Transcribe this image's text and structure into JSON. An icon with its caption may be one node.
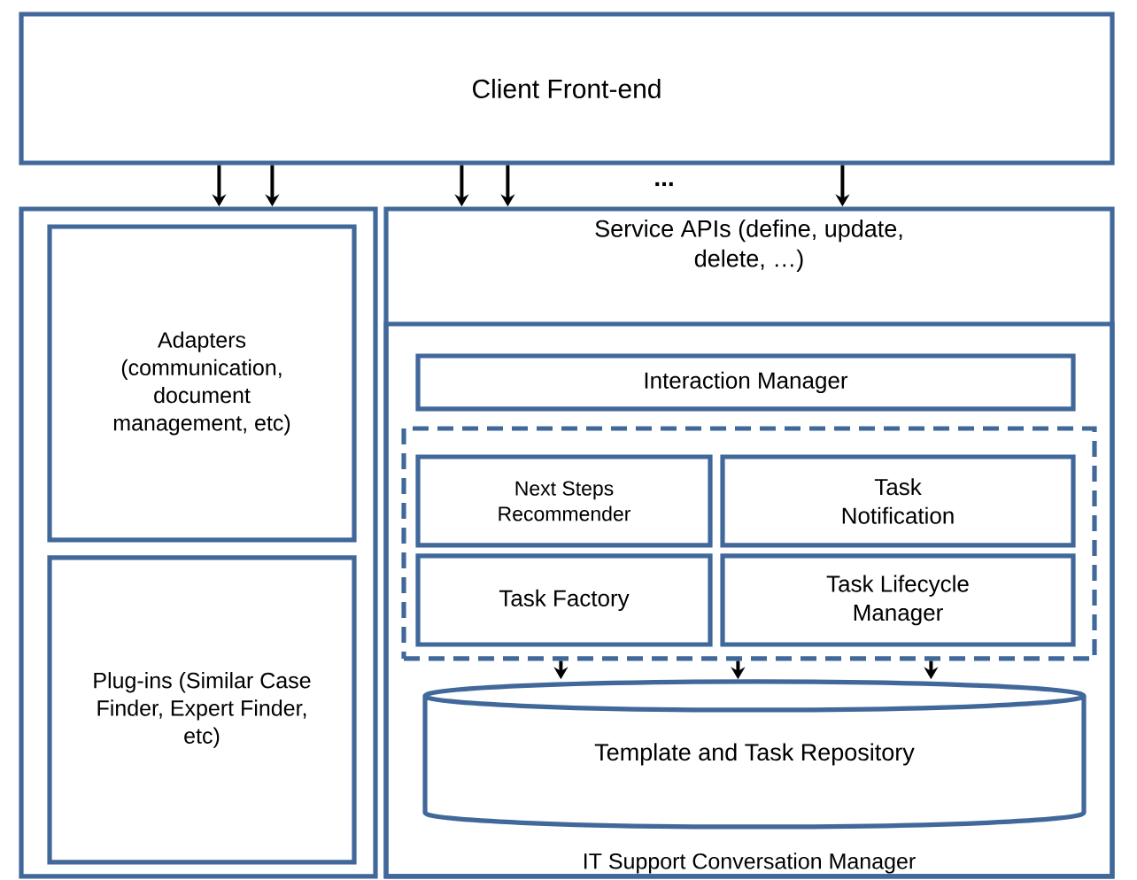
{
  "diagram": {
    "nodes": [
      {
        "text": [
          "Client Front-end"
        ]
      },
      {
        "text": [],
        "shape": "box"
      },
      {
        "text": [
          "Adapters (communication, document management, etc)"
        ],
        "in": 1
      },
      {
        "text": [
          "Plug-ins (Similar Case Finder, Expert Finder, etc)"
        ],
        "in": 1
      },
      {
        "text": [
          "Service APIs (define, update, delete, …)"
        ]
      },
      {
        "text": [
          "IT Support Conversation Manager"
        ],
        "in": 4
      },
      {
        "text": [
          "Interaction Manager"
        ],
        "in": 5
      },
      {
        "text": [],
        "shape": "box",
        "in": 5
      },
      {
        "text": [
          "Next Steps Recommender"
        ],
        "in": 7
      },
      {
        "text": [
          "Task Notification"
        ],
        "in": 7
      },
      {
        "text": [
          "Task Factory"
        ],
        "in": 7
      },
      {
        "text": [
          "Task Lifecycle Manager"
        ],
        "in": 7
      },
      {
        "text": [
          "Template and Task Repository"
        ],
        "in": 5
      }
    ],
    "edges": [
      {
        "from": 0,
        "to": 1,
        "arrow": "to"
      },
      {
        "from": 0,
        "to": 1,
        "arrow": "to"
      },
      {
        "from": 0,
        "to": 4,
        "arrow": "to"
      },
      {
        "from": 0,
        "to": 4,
        "arrow": "to"
      },
      {
        "from": 0,
        "to": 4,
        "arrow": "to"
      },
      {
        "from": 7,
        "to": 12,
        "arrow": "to"
      },
      {
        "from": 7,
        "to": 12,
        "arrow": "to"
      },
      {
        "from": 7,
        "to": 12,
        "arrow": "to"
      }
    ],
    "labels": [
      "..."
    ]
  }
}
